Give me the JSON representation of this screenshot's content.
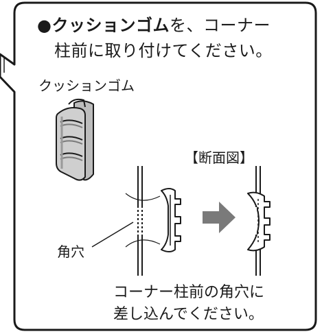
{
  "callout": {
    "line1_bullet": "●",
    "line1_bold": "クッションゴム",
    "line1_rest": "を、コーナー",
    "line2": "柱前に取り付けてください。"
  },
  "labels": {
    "cushion": "クッションゴム",
    "section": "【断面図】",
    "hole": "角穴"
  },
  "instruction": {
    "line1": "コーナー柱前の角穴に",
    "line2": "差し込んでください。"
  },
  "colors": {
    "outline": "#1a1a1a",
    "arrow": "#7a7a7a",
    "rubber_fill": "#cfcfcf",
    "rubber_shade": "#9a9a9a"
  }
}
